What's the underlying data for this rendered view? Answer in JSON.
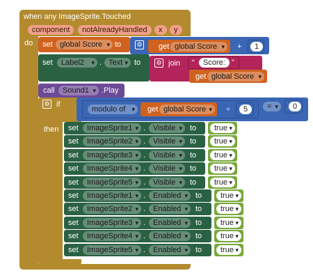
{
  "event": {
    "title": "when any ImageSprite.Touched",
    "params": [
      "component",
      "notAlreadyHandled",
      "x",
      "y"
    ],
    "do_label": "do"
  },
  "score_set": {
    "set_label": "set",
    "var": "global Score",
    "to_label": "to",
    "get_label": "get",
    "get_var": "global Score",
    "op": "+",
    "addend": "1"
  },
  "label_set": {
    "set_label": "set",
    "component": "Label2",
    "dot": ".",
    "prop": "Text",
    "to_label": "to",
    "join_label": "join",
    "text": "Score: ",
    "get_label": "get",
    "get_var": "global Score"
  },
  "call": {
    "call_label": "call",
    "component": "Sound1",
    "method": ".Play"
  },
  "if_block": {
    "if_label": "if",
    "then_label": "then",
    "modulo_label": "modulo of",
    "get_label": "get",
    "get_var": "global Score",
    "div": "÷",
    "divisor": "5",
    "eq": "=",
    "rhs": "0"
  },
  "setters": [
    {
      "set": "set",
      "comp": "ImageSprite1",
      "dot": ".",
      "prop": "Visible",
      "to": "to",
      "val": "true"
    },
    {
      "set": "set",
      "comp": "ImageSprite2",
      "dot": ".",
      "prop": "Visible",
      "to": "to",
      "val": "true"
    },
    {
      "set": "set",
      "comp": "ImageSprite3",
      "dot": ".",
      "prop": "Visible",
      "to": "to",
      "val": "true"
    },
    {
      "set": "set",
      "comp": "ImageSprite4",
      "dot": ".",
      "prop": "Visible",
      "to": "to",
      "val": "true"
    },
    {
      "set": "set",
      "comp": "ImageSprite5",
      "dot": ".",
      "prop": "Visible",
      "to": "to",
      "val": "true"
    },
    {
      "set": "set",
      "comp": "ImageSprite1",
      "dot": ".",
      "prop": "Enabled",
      "to": "to",
      "val": "true"
    },
    {
      "set": "set",
      "comp": "ImageSprite2",
      "dot": ".",
      "prop": "Enabled",
      "to": "to",
      "val": "true"
    },
    {
      "set": "set",
      "comp": "ImageSprite3",
      "dot": ".",
      "prop": "Enabled",
      "to": "to",
      "val": "true"
    },
    {
      "set": "set",
      "comp": "ImageSprite4",
      "dot": ".",
      "prop": "Enabled",
      "to": "to",
      "val": "true"
    },
    {
      "set": "set",
      "comp": "ImageSprite5",
      "dot": ".",
      "prop": "Enabled",
      "to": "to",
      "val": "true"
    }
  ],
  "icons": {
    "mutator": "gear-icon",
    "dropdown": "chevron-down-icon"
  },
  "colors": {
    "event": "#b38b2e",
    "variable": "#d0621f",
    "math": "#3a66b5",
    "text": "#b3245a",
    "component": "#2a6143",
    "control": "#b38b2e",
    "procedure_call": "#6d4a96",
    "logic": "#77a83a"
  }
}
